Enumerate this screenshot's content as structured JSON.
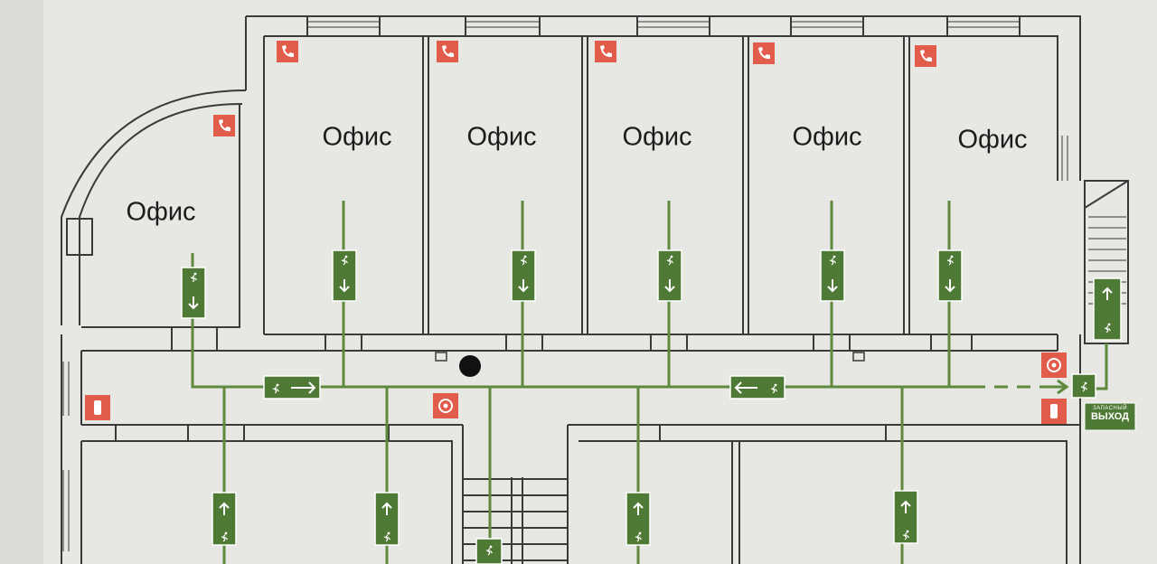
{
  "rooms": [
    {
      "id": "office-1",
      "label": "Офис"
    },
    {
      "id": "office-2",
      "label": "Офис"
    },
    {
      "id": "office-3",
      "label": "Офис"
    },
    {
      "id": "office-4",
      "label": "Офис"
    },
    {
      "id": "office-5",
      "label": "Офис"
    },
    {
      "id": "office-6",
      "label": "Офис"
    }
  ],
  "emergency_exit": {
    "line1": "ЗАПАСНЫЙ",
    "line2": "ВЫХОД"
  },
  "colors": {
    "wall": "#3a3a3a",
    "evacuation_route": "#5f8a3e",
    "exit_sign": "#4f7a35",
    "fire_equipment": "#e25c4b",
    "background": "#e7e7e4"
  },
  "icons": {
    "phone": "phone-icon",
    "extinguisher": "fire-extinguisher-icon",
    "alarm": "fire-alarm-icon",
    "exit_sign": "exit-sign-icon",
    "running_man": "running-man-icon"
  }
}
